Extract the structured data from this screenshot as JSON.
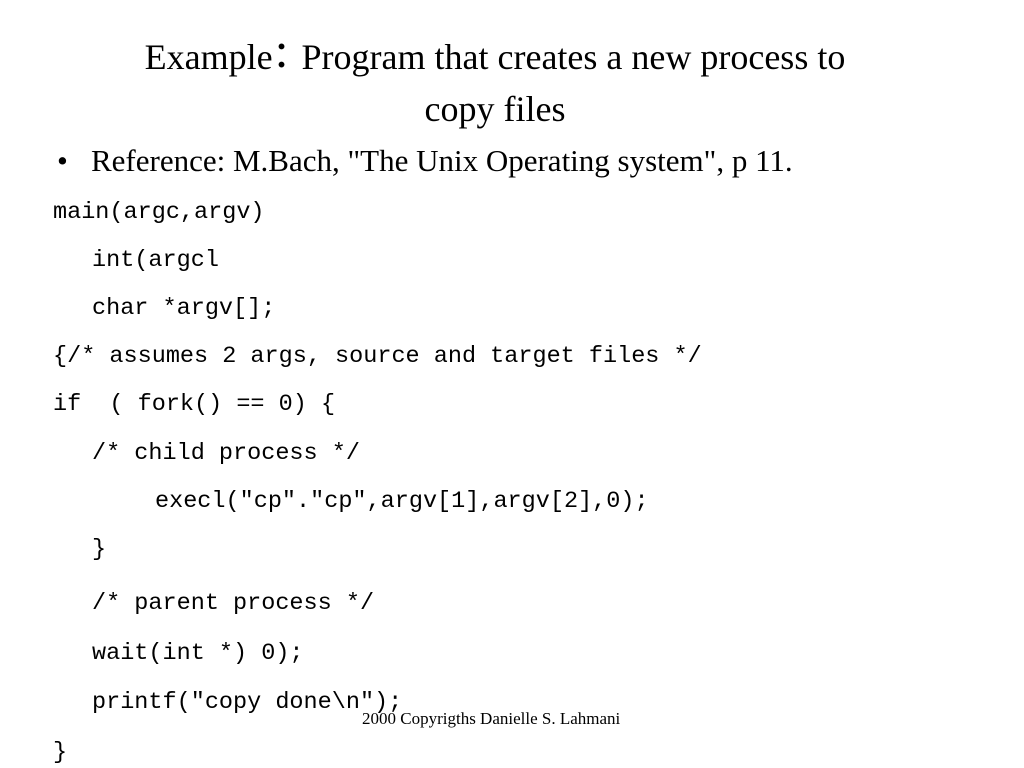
{
  "slide": {
    "title_prefix": "Example",
    "title_colon": ":",
    "title_rest": " Program that creates a new process to",
    "title_line2": "copy files",
    "bullet_symbol": "•",
    "bullet_text": "Reference: M.Bach, \"The Unix Operating system\", p 11.",
    "code": [
      "main(argc,argv)",
      "int(argcl",
      "char *argv[];",
      "{/* assumes 2 args, source and target files */",
      "if  ( fork() == 0) {",
      "/* child process */",
      "execl(\"cp\".\"cp\",argv[1],argv[2],0);",
      "}",
      "/* parent process */",
      "wait(int *) 0);",
      "printf(\"copy done\\n\");",
      "}"
    ],
    "footer": "2000 Copyrigths Danielle S. Lahmani"
  }
}
